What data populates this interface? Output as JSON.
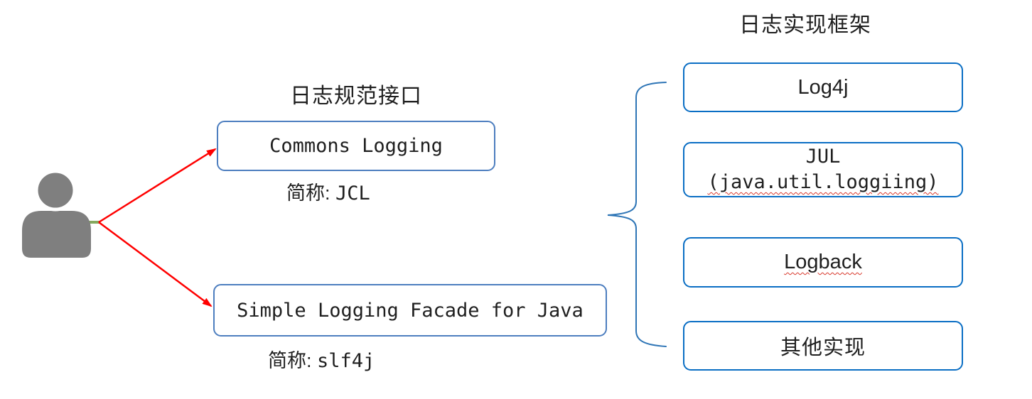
{
  "diagram": {
    "left_title": "日志规范接口",
    "right_title": "日志实现框架",
    "interfaces": [
      {
        "label": "Commons Logging",
        "caption_prefix": "简称:",
        "caption_value": "JCL"
      },
      {
        "label": "Simple Logging Facade for Java",
        "caption_prefix": "简称:",
        "caption_value": "slf4j"
      }
    ],
    "implementations": [
      {
        "label": "Log4j"
      },
      {
        "label": "JUL",
        "sublabel": "(java.util.loggiing)"
      },
      {
        "label": "Logback"
      },
      {
        "label": "其他实现"
      }
    ],
    "icons": {
      "person": "person-icon",
      "brace": "curly-brace",
      "arrows": "red-arrows"
    },
    "colors": {
      "left_box_border": "#4d7ebf",
      "right_box_border": "#0a6ec4",
      "brace": "#2e75b6",
      "arrow": "#ff0000",
      "connector_green": "#85a95e",
      "person_gray": "#7f7f7f",
      "text": "#1f1f1f",
      "misspell_underline": "#d8362a"
    }
  }
}
